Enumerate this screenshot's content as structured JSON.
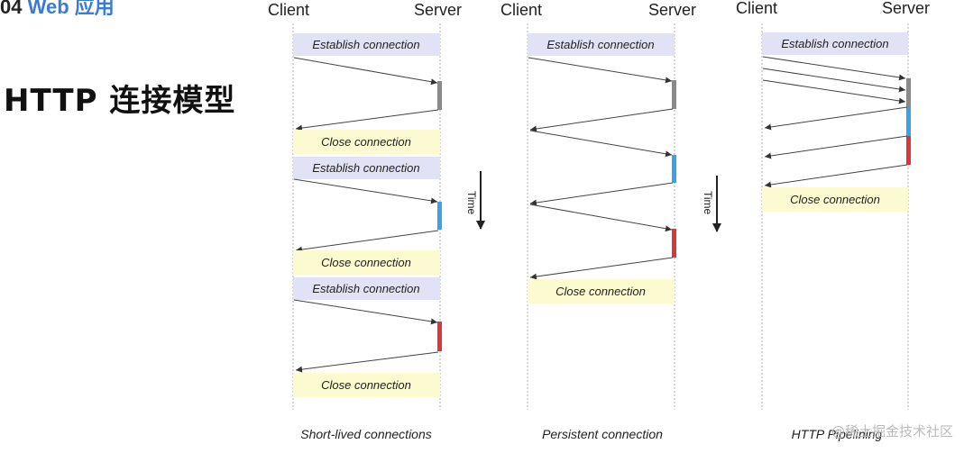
{
  "header": {
    "number": "04",
    "section": "Web 应用"
  },
  "title": "HTTP 连接模型",
  "watermark": "@稀土掘金技术社区",
  "time_label": "Time",
  "colors": {
    "establish_bg": "#e2e2f6",
    "close_bg": "#fbfad0",
    "bar_gray": "#8a8a8a",
    "bar_blue": "#3aa3e6",
    "bar_red": "#d9383a",
    "lifeline": "#b0b0b0"
  },
  "panels": [
    {
      "client_label": "Client",
      "server_label": "Server",
      "caption": "Short-lived connections",
      "boxes": [
        {
          "text": "Establish connection",
          "kind": "establish"
        },
        {
          "text": "Close connection",
          "kind": "close"
        },
        {
          "text": "Establish connection",
          "kind": "establish"
        },
        {
          "text": "Close connection",
          "kind": "close"
        },
        {
          "text": "Establish connection",
          "kind": "establish"
        },
        {
          "text": "Close connection",
          "kind": "close"
        }
      ]
    },
    {
      "client_label": "Client",
      "server_label": "Server",
      "caption": "Persistent connection",
      "boxes": [
        {
          "text": "Establish connection",
          "kind": "establish"
        },
        {
          "text": "Close connection",
          "kind": "close"
        }
      ]
    },
    {
      "client_label": "Client",
      "server_label": "Server",
      "caption": "HTTP Pipelining",
      "boxes": [
        {
          "text": "Establish connection",
          "kind": "establish"
        },
        {
          "text": "Close connection",
          "kind": "close"
        }
      ]
    }
  ]
}
